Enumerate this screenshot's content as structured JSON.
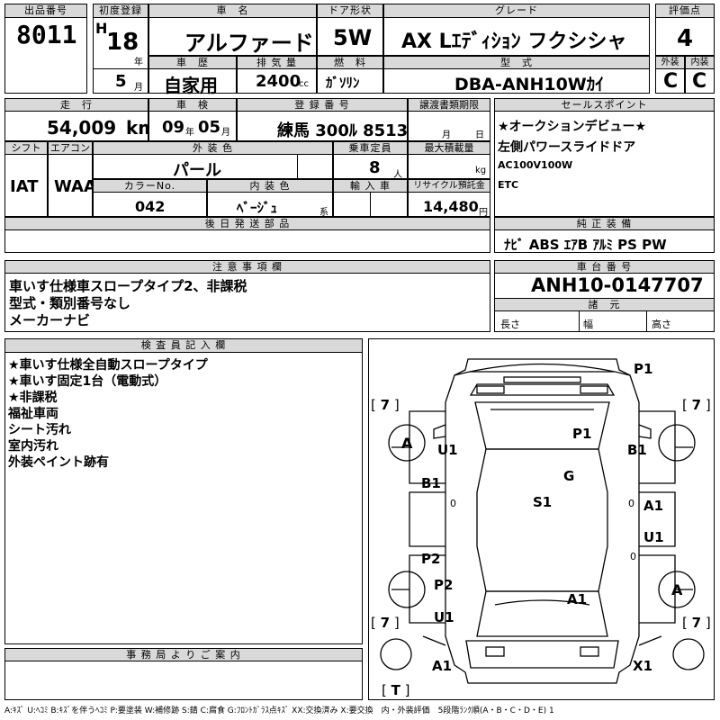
{
  "top": {
    "lot_label": "出品番号",
    "lot_number": "8011",
    "first_reg_label": "初度登録",
    "era_mark": "H",
    "first_reg_year": "18",
    "year_unit": "年",
    "first_reg_month": "5",
    "month_unit": "月",
    "car_name_label": "車　名",
    "car_name": "アルファード",
    "door_label": "ドア形状",
    "door": "5W",
    "grade_label": "グレード",
    "grade": "AX Lｴﾃﾞｨｼｮﾝ フクシシャ",
    "score_label": "評価点",
    "score": "4",
    "history_label": "車　歴",
    "history": "自家用",
    "displacement_label": "排 気 量",
    "displacement": "2400",
    "displacement_unit": "cc",
    "fuel_label": "燃　料",
    "fuel": "ｶﾞｿﾘﾝ",
    "model_label": "型　式",
    "model": "DBA-ANH10Wｶｲ",
    "exterior_label": "外装",
    "exterior": "C",
    "interior_label": "内装",
    "interior": "C"
  },
  "mid": {
    "mileage_label": "走　行",
    "mileage": "54,009",
    "mileage_unit": "km",
    "inspection_label": "車　検",
    "insp_year": "09",
    "insp_year_unit": "年",
    "insp_month": "05",
    "insp_month_unit": "月",
    "reg_no_label": "登 録 番 号",
    "reg_no": "練馬 300ﾙ 8513",
    "transfer_label": "譲渡書類期限",
    "transfer_month_unit": "月",
    "transfer_day_unit": "日",
    "shift_label": "シフト",
    "shift": "IAT",
    "ac_label": "エアコン",
    "ac": "WAA",
    "color_label": "外 装 色",
    "color": "パール",
    "capacity_label": "乗車定員",
    "capacity": "8",
    "capacity_unit": "人",
    "maxload_label": "最大積載量",
    "maxload_unit": "kg",
    "colorno_label": "カラーNo.",
    "colorno": "042",
    "intcolor_label": "内 装 色",
    "intcolor": "ﾍﾞｰｼﾞｭ",
    "intcolor_unit": "系",
    "import_label": "輸 入 車",
    "recycle_label": "リサイクル預託金",
    "recycle": "14,480",
    "recycle_unit": "円",
    "later_parts_label": "後 日 発 送 部 品"
  },
  "sales": {
    "label": "セールスポイント",
    "lines": [
      "★オークションデビュー★",
      "左側パワースライドドア",
      "AC100V100W",
      "ETC"
    ]
  },
  "genuine": {
    "label": "純 正 装 備",
    "items": "ﾅﾋﾞ ABS ｴｱB ｱﾙﾐ PS PW"
  },
  "notes": {
    "label": "注 意 事 項 欄",
    "lines": [
      "車いす仕様車スロープタイプ2、非課税",
      "型式・類別番号なし",
      "メーカーナビ"
    ]
  },
  "chassis": {
    "label": "車 台 番 号",
    "number": "ANH10-0147707",
    "specs_label": "諸　元",
    "length_label": "長さ",
    "width_label": "幅",
    "height_label": "高さ"
  },
  "inspector": {
    "label": "検 査 員 記 入 欄",
    "lines": [
      "★車いす仕様全自動スロープタイプ",
      "★車いす固定1台（電動式）",
      "★非課税",
      "福祉車両",
      "シート汚れ",
      "室内汚れ",
      "外装ペイント跡有"
    ]
  },
  "office": {
    "label": "事 務 局 よ り ご 案 内"
  },
  "diagram": {
    "marks": {
      "top_p1": "P1",
      "roof_p1": "P1",
      "u1_left": "U1",
      "b1_right": "B1",
      "b1_left": "B1",
      "g": "G",
      "s1": "S1",
      "a1_right": "A1",
      "u1_right": "U1",
      "p2_left_a": "P2",
      "p2_left_b": "P2",
      "a1_center": "A1",
      "u1_left_low": "U1",
      "a1_bottom": "A1",
      "x1_bottom": "X1"
    },
    "tires": {
      "fl": "A",
      "rr": "A"
    },
    "glass": {
      "tl": "7",
      "tr": "7",
      "bl": "7",
      "br": "7",
      "bottom": "T"
    },
    "zero_marks": {
      "left": "0",
      "right": "0",
      "rear": "0"
    }
  },
  "legend": "A:ｷｽﾞ U:ﾍｺﾐ B:ｷｽﾞを伴うﾍｺﾐ P:要塗装 W:補修跡 S:錆 C:腐食 G:ﾌﾛﾝﾄｶﾞﾗｽ点ｷｽﾞ XX:交換済み X:要交換　内・外装評価　5段階ﾗﾝｸ順(A・B・C・D・E) 1"
}
